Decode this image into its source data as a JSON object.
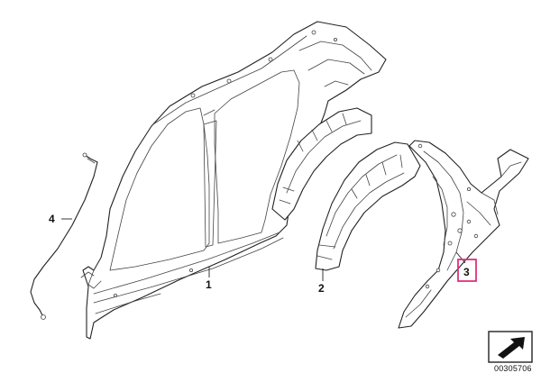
{
  "callouts": {
    "part_1": "1",
    "part_2": "2",
    "part_3": "3",
    "part_4": "4"
  },
  "highlight_color": "#e0307f",
  "icons": {
    "corner": "arrow-in-box-icon"
  },
  "diagram_id": "00305706"
}
